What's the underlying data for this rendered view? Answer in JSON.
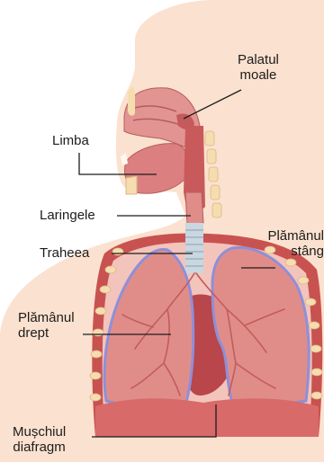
{
  "labels": {
    "palate": "Palatul\nmoale",
    "tongue": "Limba",
    "larynx": "Laringele",
    "trachea": "Traheea",
    "left_lung": "Plămânul\nstâng",
    "right_lung": "Plămânul\ndrept",
    "diaphragm": "Mușchiul\ndiafragm"
  },
  "colors": {
    "skin": "#fbe1cf",
    "lung": "#e08d8a",
    "lung_dark": "#c96a68",
    "lung_outline": "#8f8fd8",
    "rib": "#f6ddb0",
    "muscle": "#d96a6a",
    "trachea": "#c9d7e0"
  }
}
